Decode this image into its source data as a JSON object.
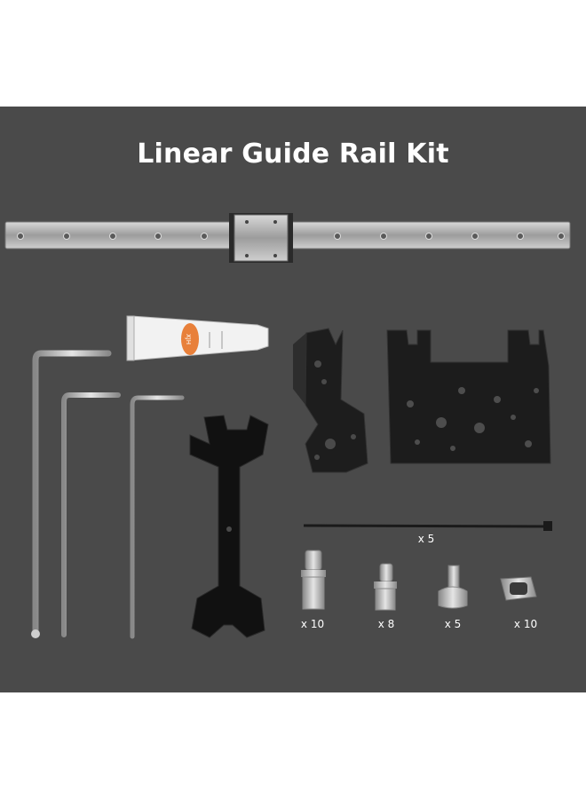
{
  "title": "Linear Guide Rail Kit",
  "tube_label": "XJH",
  "colors": {
    "background": "#4a4a4a",
    "rail": "#b8b8b8",
    "bracket": "#1c1c1c",
    "wrench": "#111111",
    "text": "#ffffff"
  },
  "quantities": {
    "cable_tie": "x 5",
    "screw_large": "x 10",
    "screw_medium": "x 8",
    "screw_small": "x 5",
    "t_nut": "x 10"
  }
}
